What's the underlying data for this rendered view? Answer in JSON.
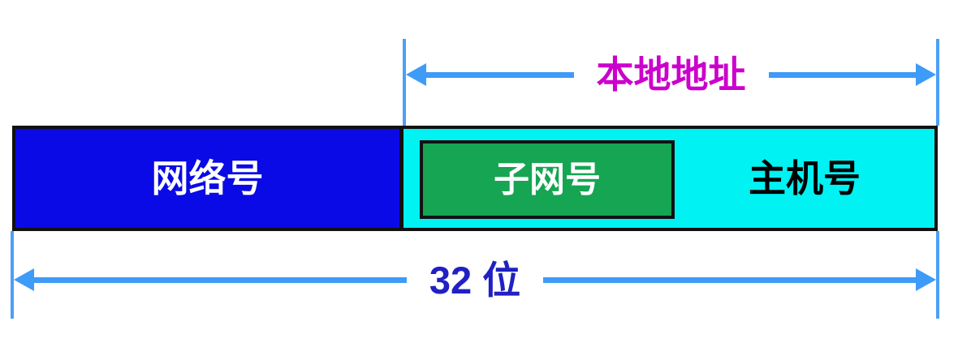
{
  "diagram": {
    "description": "IPv4 subnetted address structure diagram",
    "bar": {
      "segments": [
        {
          "id": "network",
          "label": "网络号",
          "fill": "#0a0ae6",
          "text_color": "#ffffff"
        },
        {
          "id": "subnet",
          "label": "子网号",
          "fill": "#16a553",
          "text_color": "#ffffff"
        },
        {
          "id": "host",
          "label": "主机号",
          "fill": "#00f2f2",
          "text_color": "#000000"
        }
      ],
      "border_color": "#111111"
    },
    "annotations": {
      "local_address": {
        "label": "本地地址",
        "text_color": "#cc00cc",
        "spans": [
          "subnet",
          "host"
        ]
      },
      "total_bits": {
        "label": "32 位",
        "text_color": "#2020c4",
        "spans": [
          "network",
          "subnet",
          "host"
        ]
      }
    },
    "colors": {
      "arrow": "#3e9bf7",
      "tick": "#4d9ff5",
      "background": "#ffffff"
    },
    "icons": {
      "left_arrow": "arrow-left-icon",
      "right_arrow": "arrow-right-icon"
    }
  }
}
